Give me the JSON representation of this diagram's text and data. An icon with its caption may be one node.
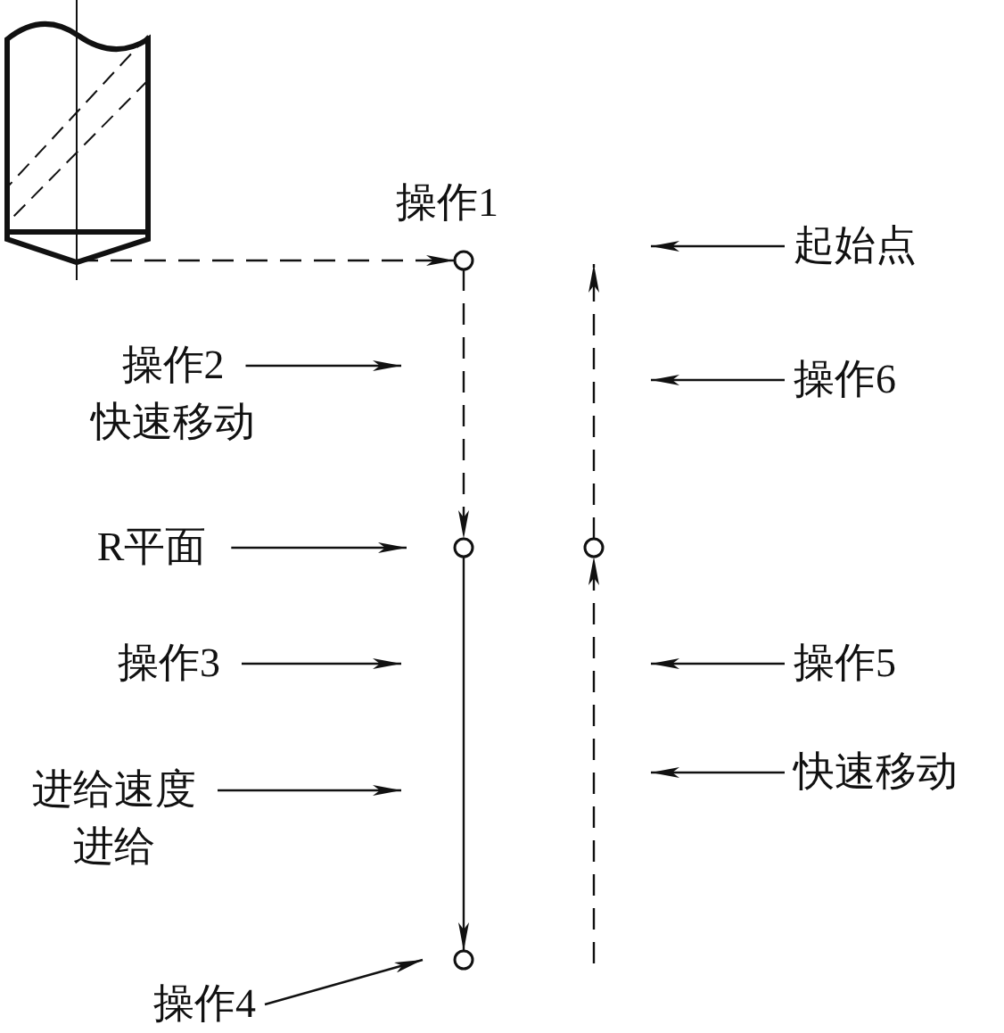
{
  "diagram": {
    "nodes": [
      {
        "text": [],
        "shape": "picture"
      },
      {
        "text": [],
        "shape": "circle",
        "beside": [
          "操作1"
        ]
      },
      {
        "text": [],
        "shape": "circle"
      },
      {
        "text": [],
        "shape": "circle"
      },
      {
        "text": [],
        "shape": "circle"
      },
      {
        "text": [
          "起始点"
        ]
      },
      {
        "text": [
          "操作2",
          "快速移动"
        ]
      },
      {
        "text": [
          "操作6"
        ]
      },
      {
        "text": [
          "R平面"
        ]
      },
      {
        "text": [
          "操作3"
        ]
      },
      {
        "text": [
          "操作5"
        ]
      },
      {
        "text": [
          "进给速度",
          "进给"
        ]
      },
      {
        "text": [
          "快速移动"
        ]
      },
      {
        "text": [
          "操作4"
        ]
      }
    ],
    "edges": [
      {
        "from": 0,
        "to": 1,
        "arrow": "to",
        "style": "dashed"
      },
      {
        "from": 1,
        "to": 2,
        "arrow": "to",
        "style": "dashed"
      },
      {
        "from": 2,
        "to": 3,
        "arrow": "to"
      },
      {
        "from": null,
        "to": 4,
        "arrow": "to",
        "style": "dashed"
      },
      {
        "from": 4,
        "to": null,
        "arrow": "to",
        "style": "dashed"
      },
      {
        "from": 5,
        "to": null,
        "arrow": "to"
      },
      {
        "from": 6,
        "to": null,
        "arrow": "to"
      },
      {
        "from": 7,
        "to": null,
        "arrow": "to"
      },
      {
        "from": 8,
        "to": 2,
        "arrow": "to"
      },
      {
        "from": 9,
        "to": null,
        "arrow": "to"
      },
      {
        "from": 10,
        "to": null,
        "arrow": "to"
      },
      {
        "from": 11,
        "to": null,
        "arrow": "to"
      },
      {
        "from": 12,
        "to": null,
        "arrow": "to"
      },
      {
        "from": 13,
        "to": 3,
        "arrow": "to"
      }
    ]
  }
}
